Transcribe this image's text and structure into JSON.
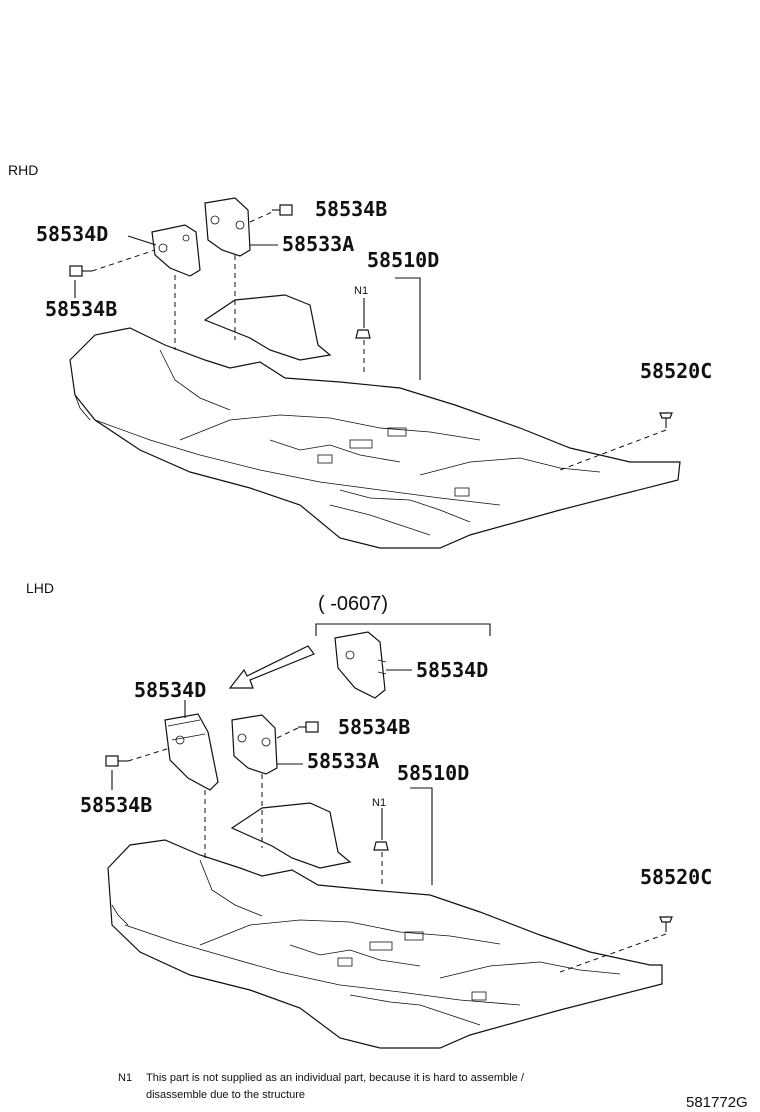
{
  "sections": {
    "rhd": "RHD",
    "lhd": "LHD"
  },
  "rhd_labels": {
    "bolt_right": "58534B",
    "insulator_left": "58534D",
    "bracket": "58533A",
    "carpet": "58510D",
    "bolt_left": "58534B",
    "clip": "58520C",
    "note_marker": "N1"
  },
  "lhd_labels": {
    "range": "(     -0607)",
    "insulator_old": "58534D",
    "insulator_left": "58534D",
    "bolt_right": "58534B",
    "bracket": "58533A",
    "carpet": "58510D",
    "bolt_left": "58534B",
    "clip": "58520C",
    "note_marker": "N1"
  },
  "footnote": {
    "marker": "N1",
    "line1": "This part is not supplied as an individual part, because it is hard to assemble /",
    "line2": "disassemble due to the structure"
  },
  "reference": "581772G"
}
